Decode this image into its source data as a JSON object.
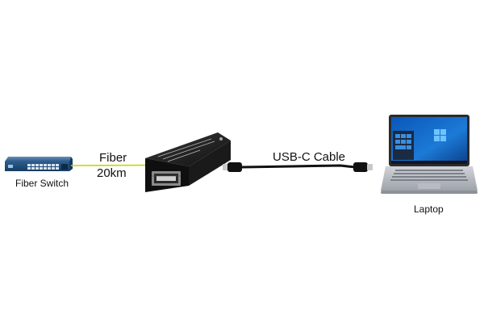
{
  "diagram": {
    "switch_label": "Fiber Switch",
    "fiber_label_line1": "Fiber",
    "fiber_label_line2": "20km",
    "cable_label": "USB-C Cable",
    "laptop_label": "Laptop",
    "fiber_color": "#c8d400",
    "cable_color": "#111111",
    "switch_color": "#1f4f80"
  }
}
